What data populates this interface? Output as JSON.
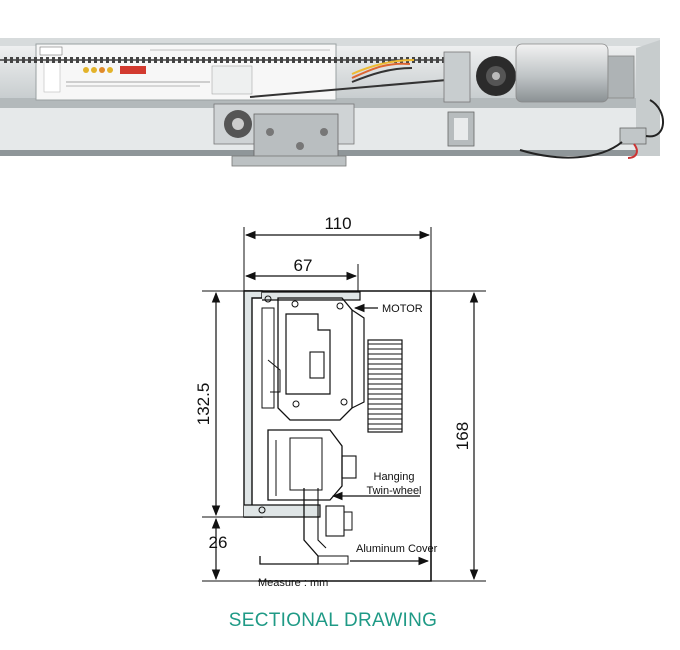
{
  "dimensions": {
    "total_width": "110",
    "partial_width": "67",
    "profile_height": "132.5",
    "total_height": "168",
    "bottom_offset": "26"
  },
  "callouts": {
    "motor": "MOTOR",
    "hanging_line1": "Hanging",
    "hanging_line2": "Twin-wheel",
    "cover": "Aluminum Cover"
  },
  "measure_note": "Measure : mm",
  "title": "SECTIONAL DRAWING",
  "colors": {
    "title": "#1f9a86",
    "profile_fill": "#dfe5e6",
    "line": "#111111"
  }
}
